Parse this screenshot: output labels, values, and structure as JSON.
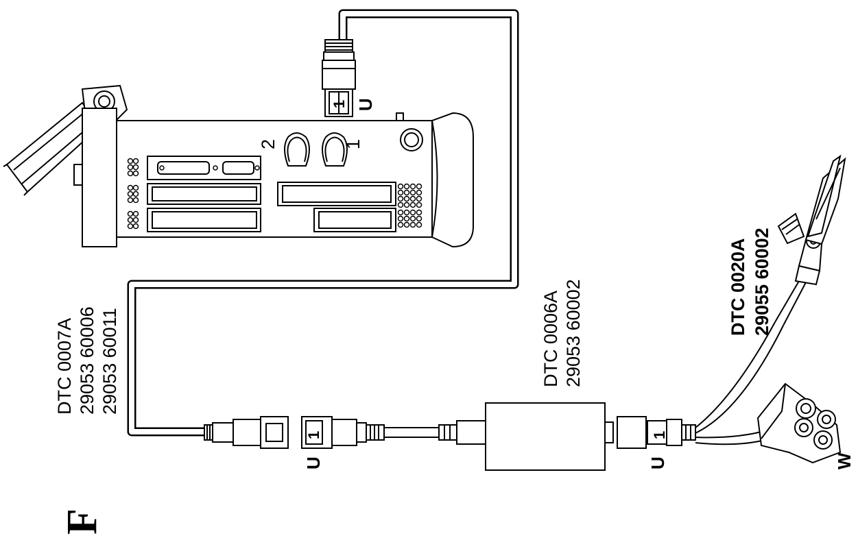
{
  "figure_letter": "F",
  "cable_a": {
    "type": "DTC 0007A",
    "part_1": "29053 60006",
    "part_2": "29053 60011"
  },
  "unit_b": {
    "type": "DTC 0006A",
    "part": "29053 60002"
  },
  "probe_c": {
    "type": "DTC 0020A",
    "part": "29055 60002"
  },
  "connector_letters": {
    "u_left": "U",
    "u_middle": "U",
    "u_top": "U",
    "w": "W"
  },
  "pin_numbers": {
    "left": "1",
    "right": "1",
    "top": "1"
  },
  "port_numbers": {
    "port_1": "1",
    "port_2": "2"
  }
}
